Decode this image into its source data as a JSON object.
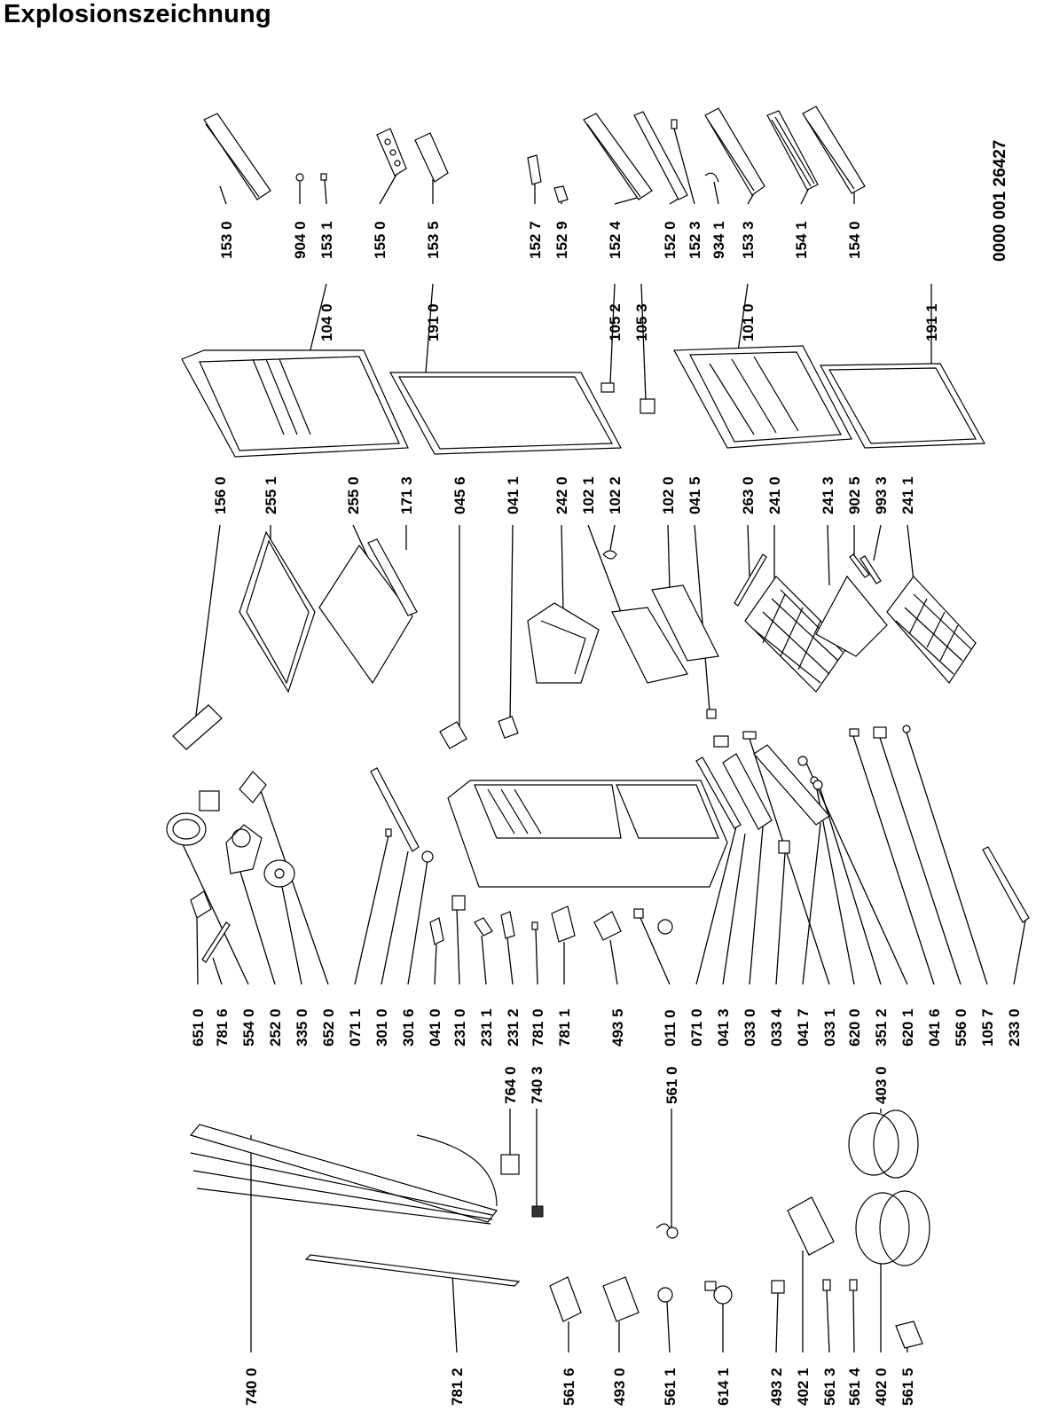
{
  "title": "Explosionszeichnung",
  "document_number": "0000 001 26427",
  "parts": [
    "153 0",
    "904 0",
    "153 1",
    "155 0",
    "153 5",
    "152 7",
    "152 9",
    "152 4",
    "152 0",
    "152 3",
    "934 1",
    "153 3",
    "154 1",
    "154 0",
    "104 0",
    "191 0",
    "105 2",
    "105 3",
    "101 0",
    "191 1",
    "156 0",
    "255 1",
    "255 0",
    "171 3",
    "045 6",
    "041 1",
    "242 0",
    "102 1",
    "102 2",
    "102 0",
    "041 5",
    "263 0",
    "241 0",
    "241 3",
    "902 5",
    "993 3",
    "241 1",
    "651 0",
    "781 6",
    "554 0",
    "252 0",
    "335 0",
    "652 0",
    "071 1",
    "301 0",
    "301 6",
    "041 0",
    "231 0",
    "231 1",
    "231 2",
    "781 0",
    "781 1",
    "493 5",
    "011 0",
    "071 0",
    "041 3",
    "033 0",
    "033 4",
    "041 7",
    "033 1",
    "620 0",
    "351 2",
    "620 1",
    "041 6",
    "556 0",
    "105 7",
    "233 0",
    "764 0",
    "740 3",
    "561 0",
    "403 0",
    "740 0",
    "781 2",
    "561 6",
    "493 0",
    "561 1",
    "614 1",
    "493 2",
    "402 1",
    "561 3",
    "561 4",
    "402 0",
    "561 5"
  ]
}
